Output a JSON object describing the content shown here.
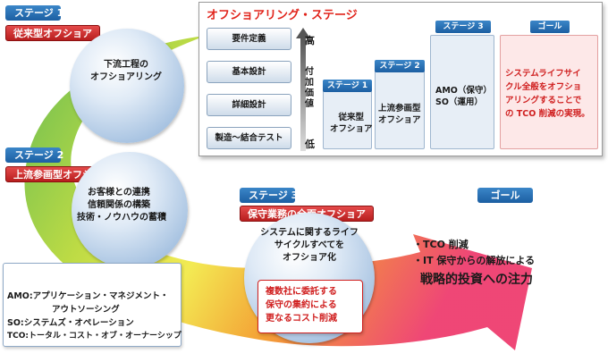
{
  "colors": {
    "stage_blue": "#1c5fa2",
    "stage_red": "#b81e1e",
    "panel_title": "#e1241b",
    "arrow_green": "#7cc23a",
    "arrow_yellow": "#f2e94a",
    "arrow_orange": "#f39a2a",
    "arrow_pink": "#ee3d6f",
    "sphere_blue": "#a9c4e2"
  },
  "stage1": {
    "tag": "ステージ 1",
    "label": "従来型オフショア",
    "sphere_lines": [
      "下流工程の",
      "オフショアリング"
    ]
  },
  "stage2": {
    "tag": "ステージ 2",
    "label": "上流参画型オフショア",
    "sphere_lines": [
      "お客様との連携",
      "信頼関係の構築",
      "技術・ノウハウの蓄積"
    ]
  },
  "stage3": {
    "tag": "ステージ 3",
    "label": "保守業務の全面オフショア",
    "sphere_lines": [
      "システムに関するライフ",
      "サイクルすべてを",
      "オフショア化"
    ]
  },
  "callout": {
    "lines": [
      "複数社に委託する",
      "保守の集約による",
      "更なるコスト削減"
    ]
  },
  "goal": {
    "tag": "ゴール",
    "line1": "・TCO 削減",
    "line2": "・IT 保守からの解放による",
    "line3": "戦略的投資への注力"
  },
  "legend": {
    "lines": [
      "AMO:アプリケーション・マネジメント・",
      "アウトソーシング",
      "SO:システムズ・オペレーション",
      "TCO:トータル・コスト・オブ・オーナーシップ"
    ]
  },
  "panel": {
    "title": "オフショアリング・ステージ",
    "tasks": [
      "要件定義",
      "基本設計",
      "詳細設計",
      "製造～結合テスト"
    ],
    "value_high": "高",
    "value_label": "付加価値",
    "value_low": "低",
    "col1": {
      "tag": "ステージ 1",
      "lines": [
        "従来型",
        "オフショア"
      ]
    },
    "col2": {
      "tag": "ステージ 2",
      "lines": [
        "上流参画型",
        "オフショア"
      ]
    },
    "col3": {
      "tag": "ステージ 3",
      "lines": [
        "AMO（保守）",
        "SO（運用）"
      ]
    },
    "col4": {
      "tag": "ゴール",
      "lines": [
        "システムライフサイ",
        "クル全般をオフショ",
        "アリングすることで",
        "の TCO 削減の実現。"
      ]
    }
  }
}
